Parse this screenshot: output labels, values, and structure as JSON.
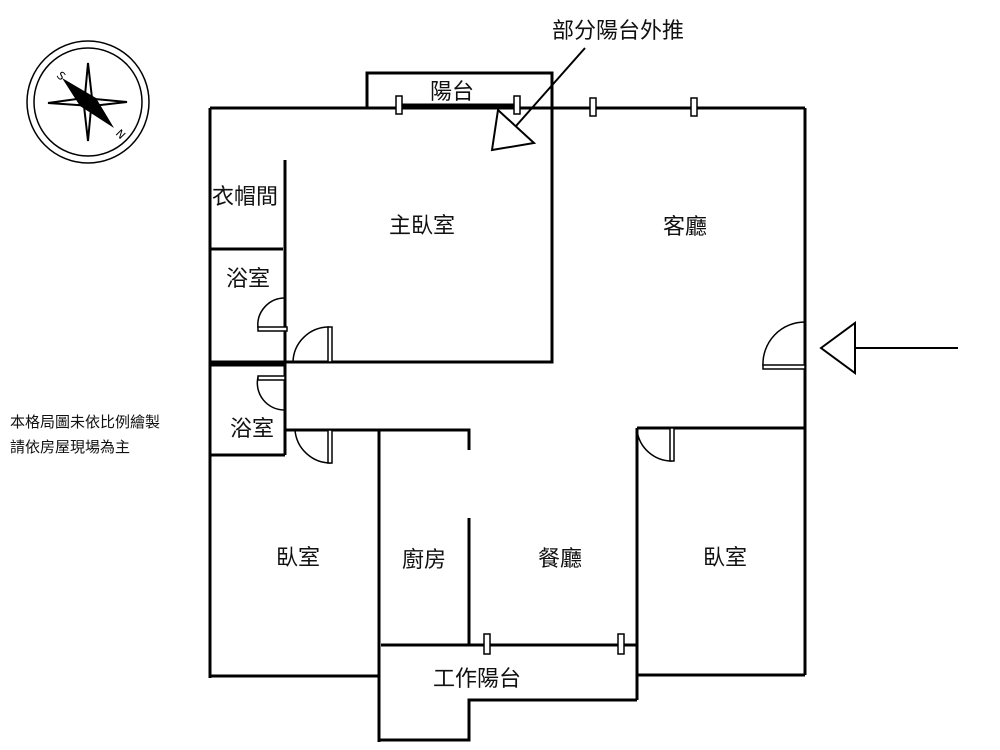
{
  "title": "Floor plan",
  "annotation": "部分陽台外推",
  "note": [
    "本格局圖未依比例繪製",
    "請依房屋現場為主"
  ],
  "compass": {
    "labels": [
      "S",
      "N"
    ]
  },
  "rooms": {
    "balcony": "陽台",
    "walk_in_closet": "衣帽間",
    "master_bedroom": "主臥室",
    "living_room": "客廳",
    "bathroom_1": "浴室",
    "bathroom_2": "浴室",
    "bedroom_left": "臥室",
    "kitchen": "廚房",
    "dining_room": "餐廳",
    "bedroom_right": "臥室",
    "utility_balcony": "工作陽台"
  },
  "colors": {
    "line": "#000000",
    "background": "#ffffff"
  }
}
